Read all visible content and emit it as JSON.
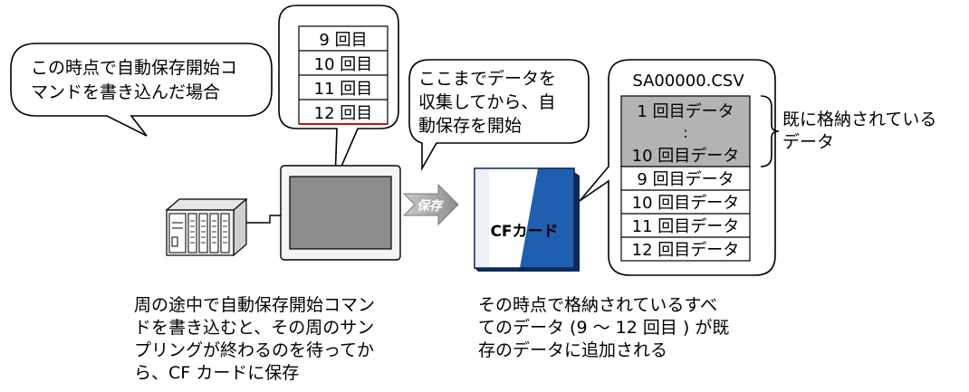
{
  "callout_command": {
    "lines": [
      "この時点で自動保存開始コ",
      "マンドを書き込んだ場合"
    ]
  },
  "callout_collect": {
    "lines": [
      "ここまでデータを",
      "収集してから、自",
      "動保存を開始"
    ]
  },
  "sample_list": [
    "9 回目",
    "10 回目",
    "11 回目",
    "12 回目"
  ],
  "save_arrow_label": "保存",
  "cf_card_label": "CFカード",
  "csv": {
    "filename": "SA00000.CSV",
    "existing_first": "1 回目データ",
    "existing_ellipsis": ":",
    "existing_last": "10 回目データ",
    "appended": [
      "9 回目データ",
      "10 回目データ",
      "11 回目データ",
      "12 回目データ"
    ]
  },
  "bracket_label": {
    "lines": [
      "既に格納されている",
      "データ"
    ]
  },
  "caption_left": {
    "lines": [
      "周の途中で自動保存開始コマン",
      "ドを書き込むと、その周のサン",
      "プリングが終わるのを待ってか",
      "ら、CF カードに保存"
    ]
  },
  "caption_right": {
    "lines": [
      "その時点で格納されているすべ",
      "てのデータ (9 ～ 12 回目 ) が既",
      "存のデータに追加される"
    ]
  },
  "colors": {
    "cf_blue": "#1f5fb0",
    "cf_dark": "#0b2a5c",
    "existing_fill": "#b3b3b3",
    "underline_red": "#d01010",
    "arrow_gray": "#9a9a9a",
    "screen_gray": "#8c8c8c"
  }
}
